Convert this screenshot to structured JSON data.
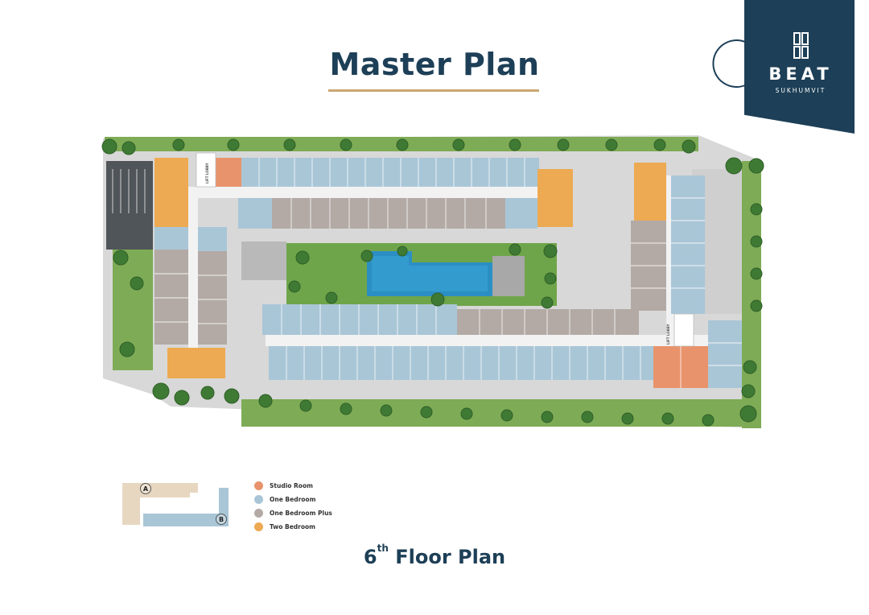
{
  "header": {
    "title": "Master Plan"
  },
  "brand": {
    "name": "BEAT",
    "tagline": "SUKHUMVIT"
  },
  "colors": {
    "studio": "#e8936b",
    "one_bedroom": "#a9c6d7",
    "one_bedroom_plus": "#b3aaa5",
    "two_bedroom": "#edaa52",
    "pool": "#2b8fc4",
    "brand_navy": "#1d3f57",
    "accent_gold": "#c9a872"
  },
  "legend": {
    "items": [
      {
        "label": "Studio Room",
        "color": "#e8936b"
      },
      {
        "label": "One Bedroom",
        "color": "#a9c6d7"
      },
      {
        "label": "One Bedroom Plus",
        "color": "#b3aaa5"
      },
      {
        "label": "Two Bedroom",
        "color": "#edaa52"
      }
    ]
  },
  "key_plan": {
    "building_a": "A",
    "building_b": "B"
  },
  "plan_labels": {
    "lift_lobby": "LIFT LOBBY"
  },
  "floor": {
    "number": "6",
    "suffix": "th",
    "label": "Floor Plan"
  }
}
